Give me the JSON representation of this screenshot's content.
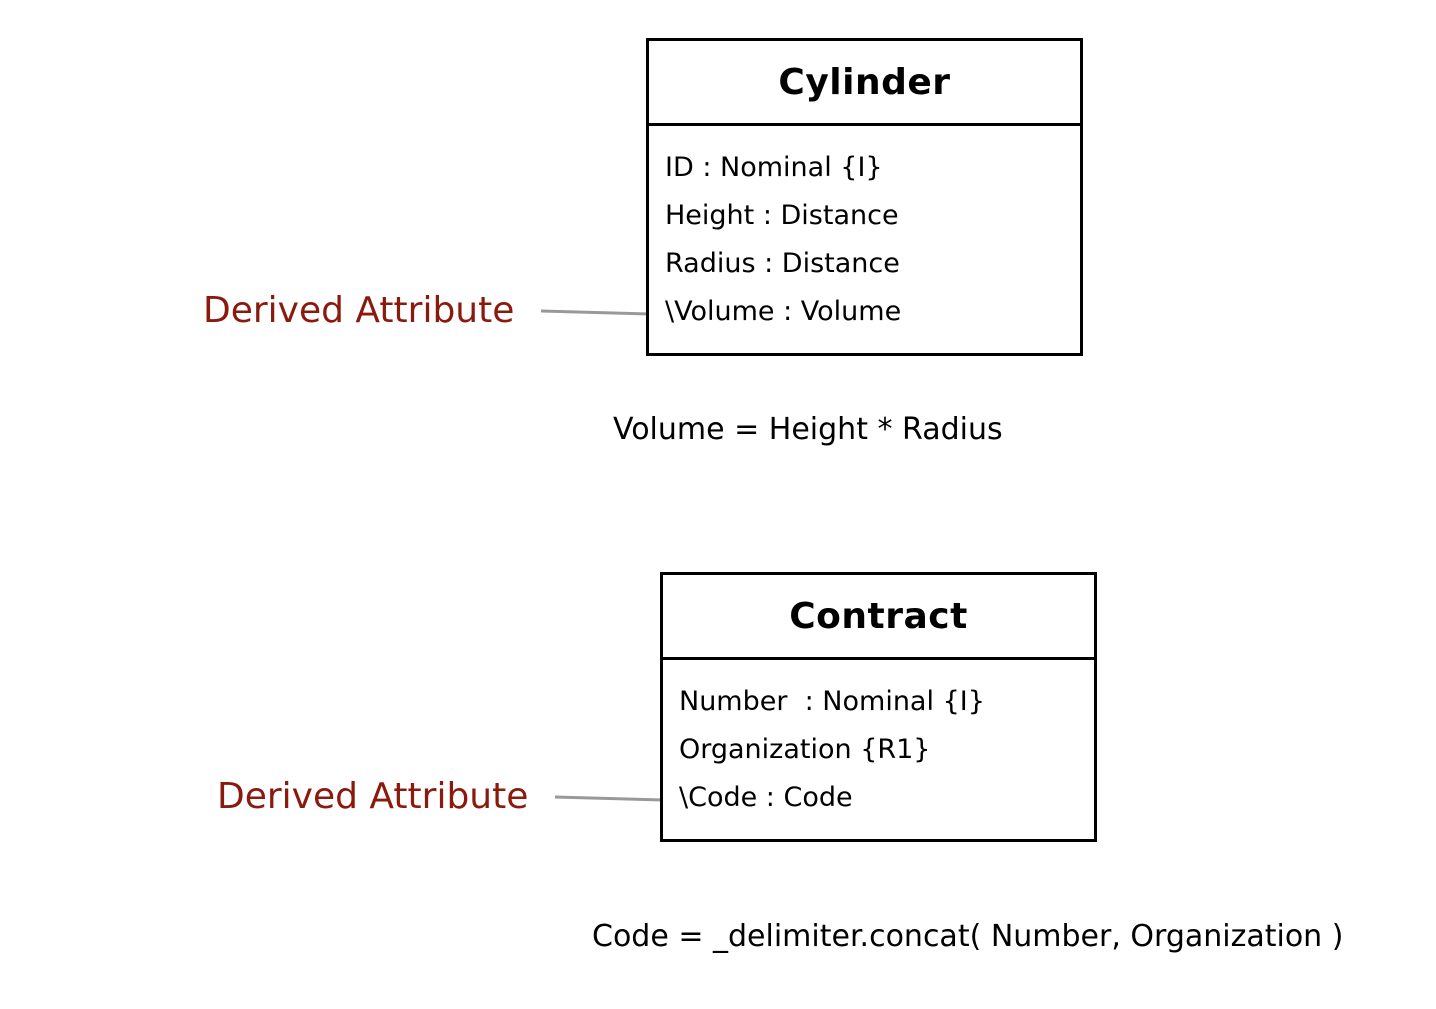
{
  "cylinder": {
    "name": "Cylinder",
    "attributes": [
      "ID : Nominal {I}",
      "Height : Distance",
      "Radius : Distance",
      "\\Volume : Volume"
    ],
    "callout": "Derived Attribute",
    "formula": "Volume = Height * Radius"
  },
  "contract": {
    "name": "Contract",
    "attributes": [
      "Number  : Nominal {I}",
      "Organization {R1}",
      "\\Code : Code"
    ],
    "callout": "Derived Attribute",
    "formula": "Code = _delimiter.concat( Number, Organization )"
  },
  "colors": {
    "callout_text": "#8b1a0e",
    "connector_line": "#999999",
    "box_border": "#000000"
  }
}
